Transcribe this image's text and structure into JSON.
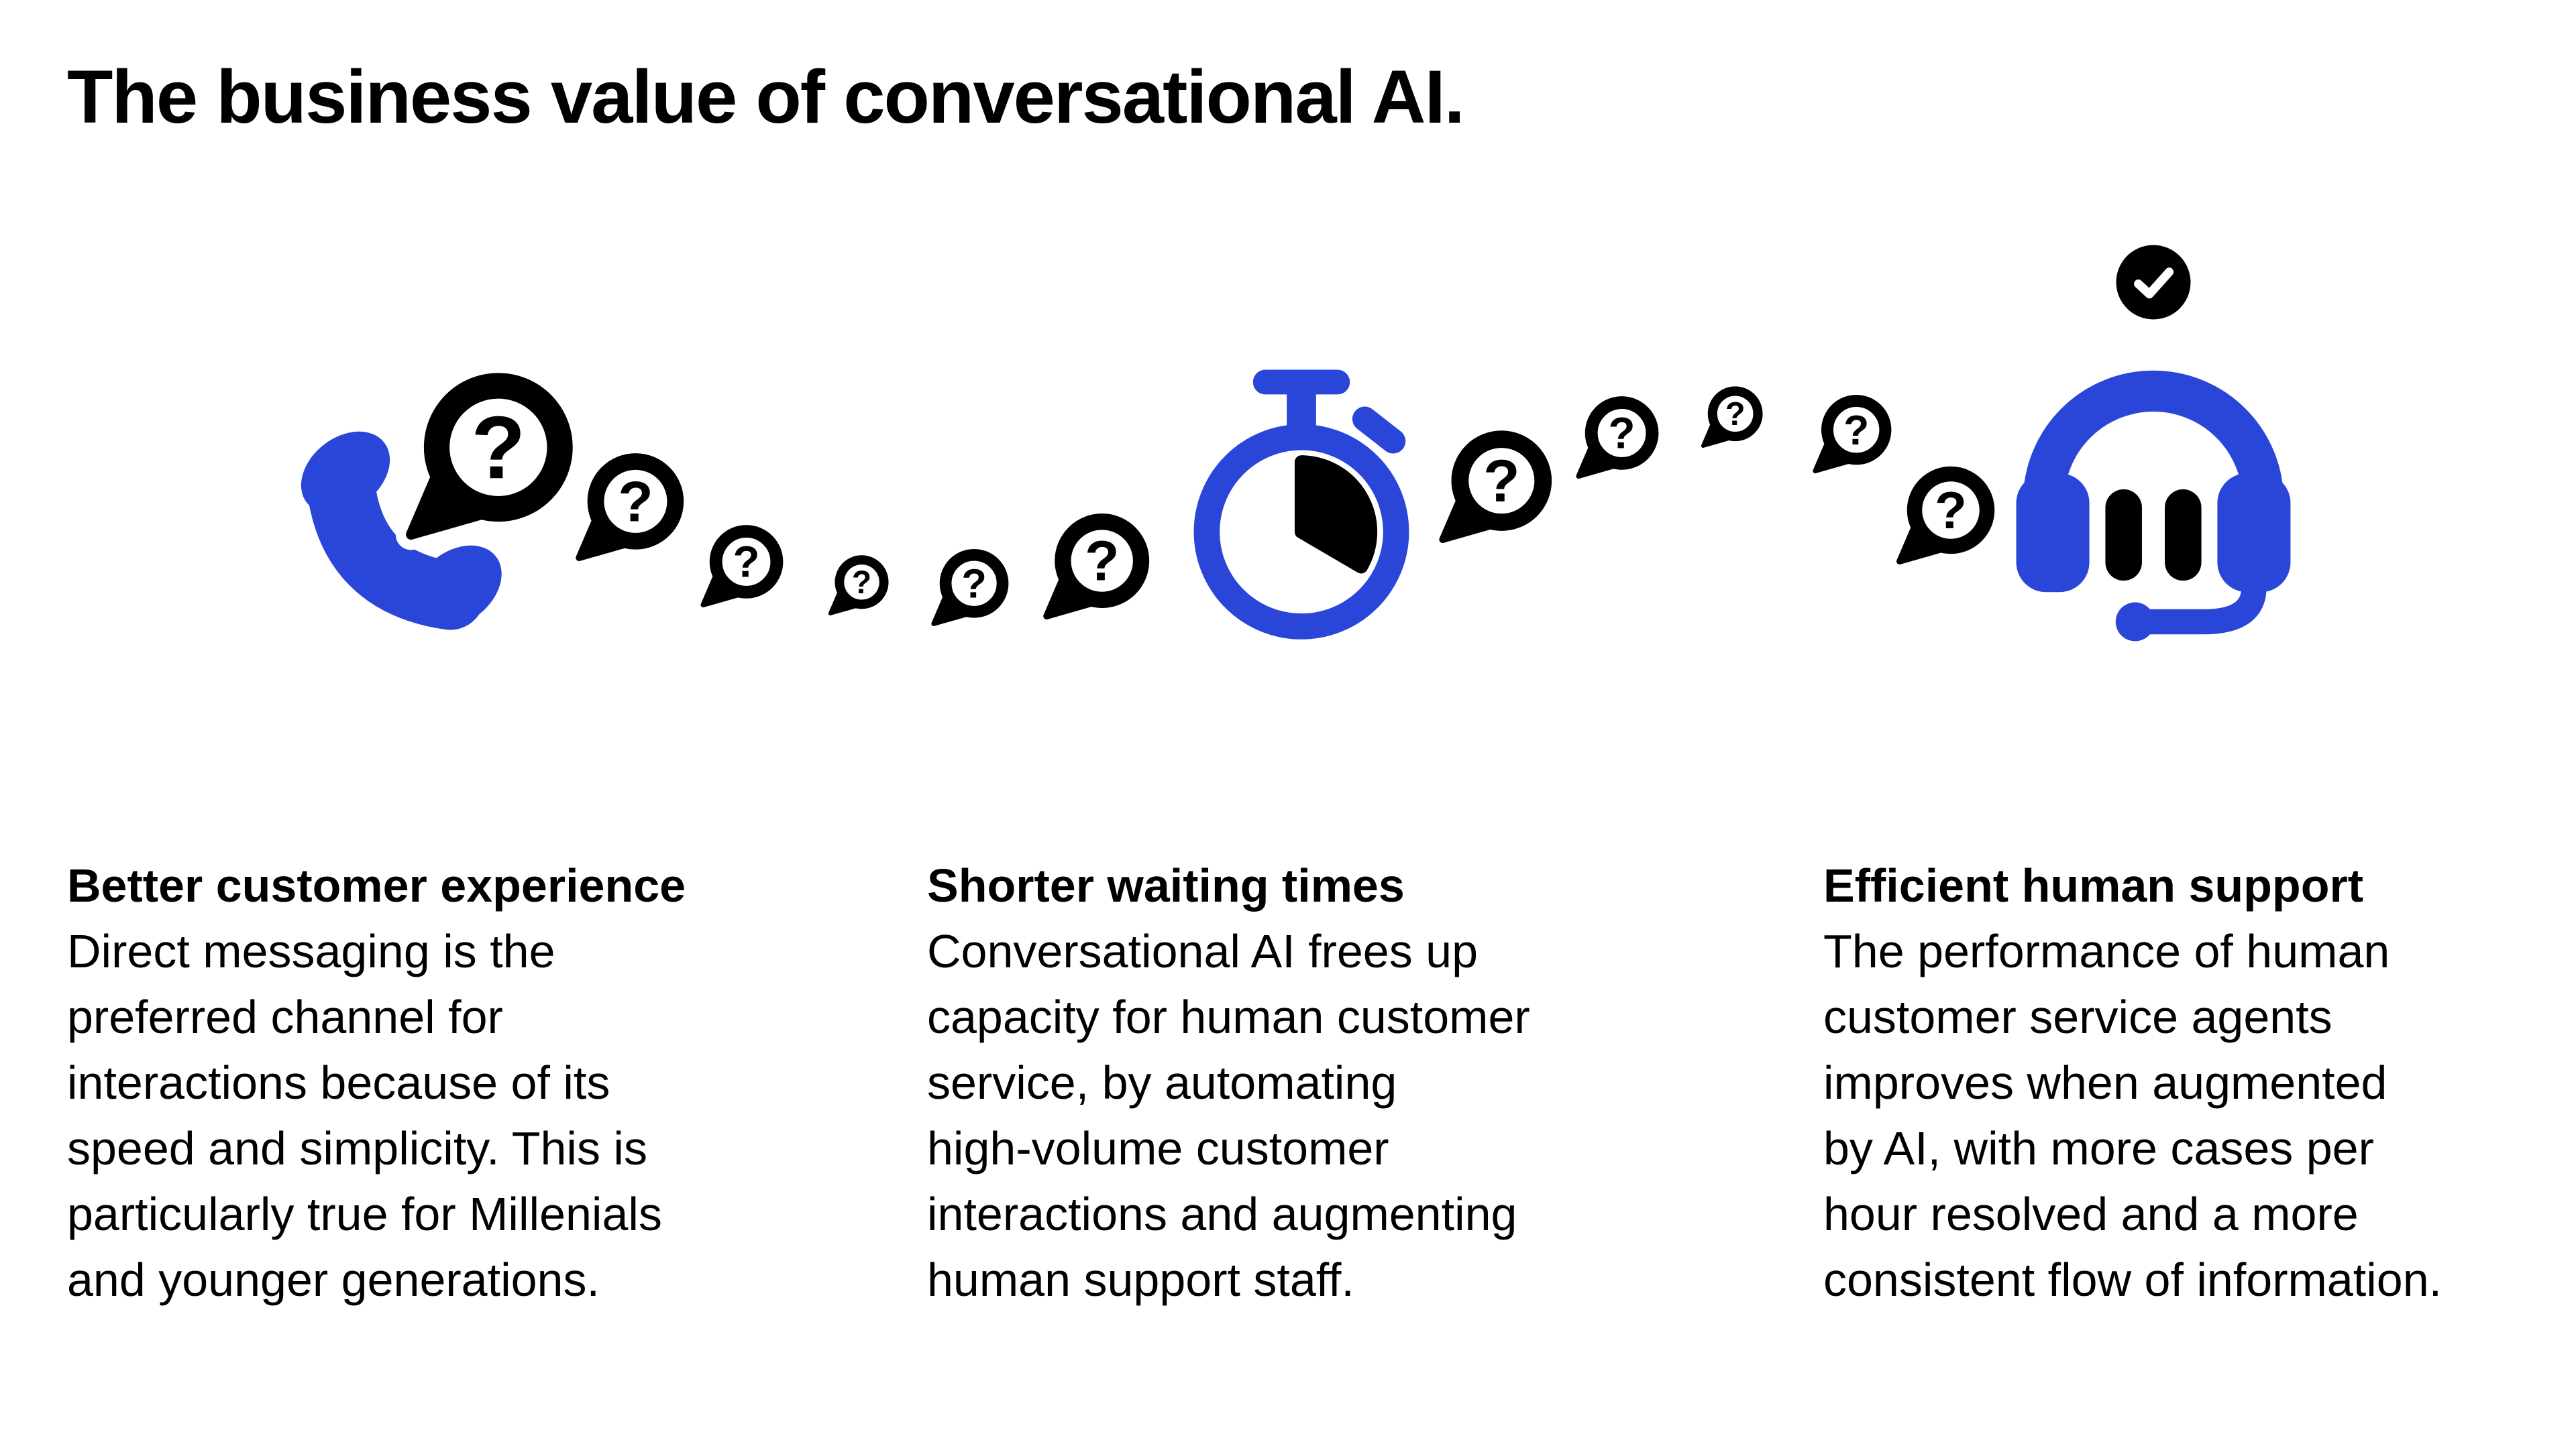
{
  "title": "The business value of conversational AI.",
  "colors": {
    "accent_blue": "#2a46d8",
    "ink": "#000000",
    "background": "#ffffff"
  },
  "illustration": {
    "question_mark": "?",
    "icon_names": [
      "phone-handset-icon",
      "question-bubble-icon",
      "stopwatch-icon",
      "support-headset-icon",
      "check-circle-icon"
    ]
  },
  "columns": [
    {
      "heading": "Better customer experience",
      "body_lines": [
        "Direct messaging is the",
        "preferred channel for",
        "interactions because of its",
        "speed and simplicity. This is",
        "particularly true for Millenials",
        "and younger generations."
      ]
    },
    {
      "heading": "Shorter waiting times",
      "body_lines": [
        "Conversational AI frees up",
        "capacity for human customer",
        "service, by automating",
        "high-volume customer",
        "interactions and augmenting",
        "human support staff."
      ]
    },
    {
      "heading": "Efficient human support",
      "body_lines": [
        "The performance of human",
        "customer service agents",
        "improves when augmented",
        "by AI, with more cases per",
        "hour resolved and a more",
        "consistent flow of information."
      ]
    }
  ]
}
